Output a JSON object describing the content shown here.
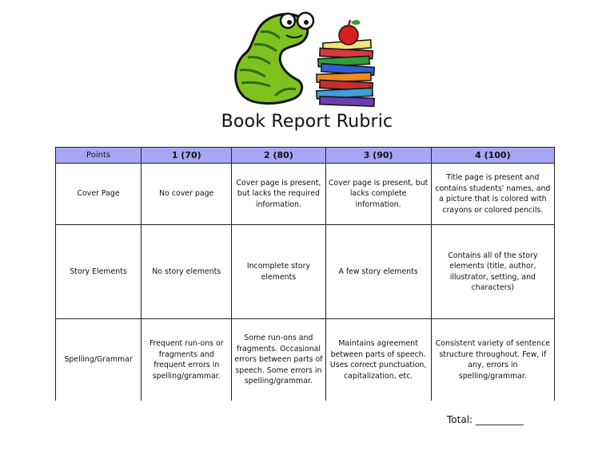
{
  "document": {
    "title": "Book Report Rubric",
    "illustration": "bookworm-with-books-and-apple-icon",
    "table": {
      "headers": [
        "Points",
        "1 (70)",
        "2 (80)",
        "3 (90)",
        "4 (100)"
      ],
      "rows": [
        {
          "criterion": "Cover Page",
          "cells": [
            "No cover page",
            "Cover page is present, but lacks the required information.",
            "Cover page is present, but lacks complete information.",
            "Title page is present and contains students' names, and a picture that is colored with crayons or colored pencils."
          ]
        },
        {
          "criterion": "Story Elements",
          "cells": [
            "No story elements",
            "Incomplete story elements",
            "A few story elements",
            "Contains all of the story elements (title, author, illustrator, setting, and characters)"
          ]
        },
        {
          "criterion": "Spelling/Grammar",
          "cells": [
            "Frequent run-ons or fragments and frequent errors in spelling/grammar.",
            "Some run-ons and fragments. Occasional errors between parts of speech. Some errors in spelling/grammar.",
            "Maintains agreement between parts of speech. Uses correct punctuation, capitalization, etc.",
            "Consistent variety of sentence structure throughout. Few, if any, errors in spelling/grammar."
          ]
        }
      ]
    },
    "total_label": "Total: __________"
  }
}
